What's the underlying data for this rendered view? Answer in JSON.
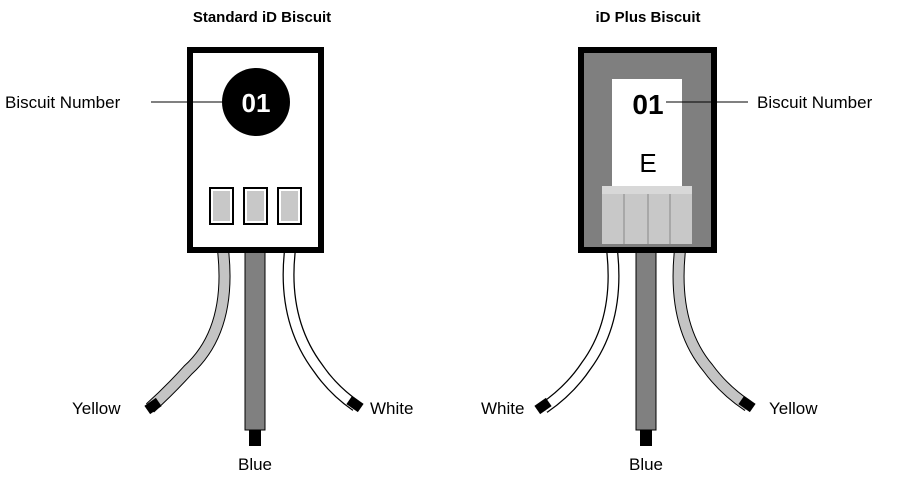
{
  "left": {
    "title": "Standard iD Biscuit",
    "number": "01",
    "number_label": "Biscuit Number",
    "wires": {
      "left": "Yellow",
      "center": "Blue",
      "right": "White"
    }
  },
  "right": {
    "title": "iD Plus Biscuit",
    "number": "01",
    "letter": "E",
    "number_label": "Biscuit Number",
    "wires": {
      "left": "White",
      "center": "Blue",
      "right": "Yellow"
    }
  },
  "colors": {
    "yellow_wire": "#c4c4c4",
    "blue_wire": "#808080",
    "white_wire": "#ffffff",
    "plus_body": "#7f7f7f",
    "contacts": "#c8c8c8"
  }
}
